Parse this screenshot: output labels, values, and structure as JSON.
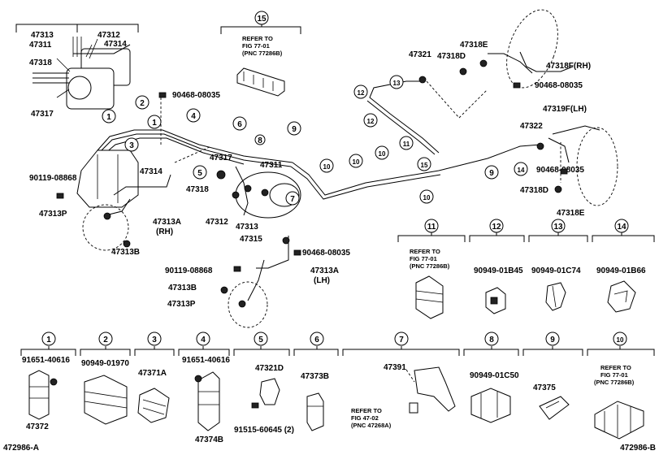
{
  "corner_codes": {
    "left": "472986-A",
    "right": "472986-B"
  },
  "callouts": {
    "c1": "1",
    "c2": "2",
    "c3": "3",
    "c4": "4",
    "c5": "5",
    "c6": "6",
    "c7": "7",
    "c8": "8",
    "c9": "9",
    "c10": "10",
    "c11": "11",
    "c12": "12",
    "c13": "13",
    "c14": "14",
    "c15": "15"
  },
  "labels": {
    "p47313": "47313",
    "p47311": "47311",
    "p47312": "47312",
    "p47314": "47314",
    "p47318": "47318",
    "p47317": "47317",
    "p47321": "47321",
    "p47318D": "47318D",
    "p47318E": "47318E",
    "p47318F_RH": "47318F(RH)",
    "p90468_a": "90468-08035",
    "p90468_b": "90468-08035",
    "p90468_c": "90468-08035",
    "p90468_d": "90468-08035",
    "p47319F_LH": "47319F(LH)",
    "p47322": "47322",
    "p47318D_b": "47318D",
    "p47318E_b": "47318E",
    "p90119_a": "90119-08868",
    "p47314_b": "47314",
    "p47317_b": "47317",
    "p47311_b": "47311",
    "p47318_b": "47318",
    "p47312_b": "47312",
    "p47313_b": "47313",
    "p47313P_a": "47313P",
    "p47313B_a": "47313B",
    "p47313A_rh": "47313A",
    "rh": "(RH)",
    "p47315": "47315",
    "p90119_b": "90119-08868",
    "p47313A_lh": "47313A",
    "lh": "(LH)",
    "p47313B_b": "47313B",
    "p47313P_b": "47313P",
    "p90949_01B45": "90949-01B45",
    "p90949_01C74": "90949-01C74",
    "p90949_01B66": "90949-01B66",
    "p91651_a": "91651-40616",
    "p47372": "47372",
    "p90949_01970": "90949-01970",
    "p47371A": "47371A",
    "p91651_b": "91651-40616",
    "p47374B": "47374B",
    "p47321D": "47321D",
    "p91515": "91515-60645 (2)",
    "p47373B": "47373B",
    "p47391": "47391",
    "p90949_01C50": "90949-01C50",
    "p47375": "47375"
  },
  "refer_notes": {
    "top": [
      "REFER TO",
      "FIG 77-01",
      "(PNC 77286B)"
    ],
    "box11": [
      "REFER TO",
      "FIG 77-01",
      "(PNC 77286B)"
    ],
    "box7": [
      "REFER TO",
      "FIG 47-02",
      "(PNC 47268A)"
    ],
    "box10": [
      "REFER TO",
      "FIG 77-01",
      "(PNC 77286B)"
    ]
  }
}
